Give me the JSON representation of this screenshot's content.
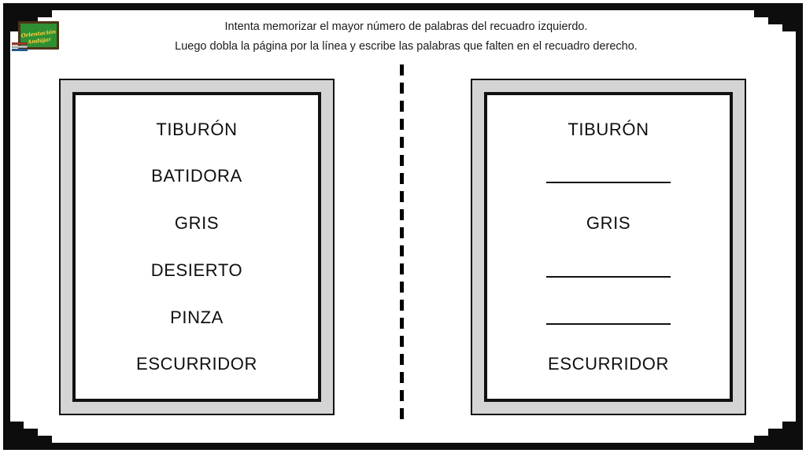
{
  "worksheet": {
    "instructions": {
      "line1": "Intenta memorizar el mayor número de palabras del recuadro izquierdo.",
      "line2": "Luego dobla la página por la línea y escribe las palabras que falten en el recuadro derecho."
    },
    "logo": {
      "name": "orientacion-andujar-logo",
      "text_line1": "Orientación",
      "text_line2": "Andújar",
      "board_color": "#2f8f33",
      "board_frame_color": "#4a3418",
      "text_color": "#f4d03f"
    },
    "fold_line": {
      "icon": "vertical-dashed-fold-line"
    },
    "left_box": {
      "title": "recuadro-izquierdo",
      "words": [
        {
          "text": "TIBURÓN",
          "blank": false
        },
        {
          "text": "BATIDORA",
          "blank": false
        },
        {
          "text": "GRIS",
          "blank": false
        },
        {
          "text": "DESIERTO",
          "blank": false
        },
        {
          "text": "PINZA",
          "blank": false
        },
        {
          "text": "ESCURRIDOR",
          "blank": false
        }
      ]
    },
    "right_box": {
      "title": "recuadro-derecho",
      "words": [
        {
          "text": "TIBURÓN",
          "blank": false
        },
        {
          "text": "",
          "blank": true
        },
        {
          "text": "GRIS",
          "blank": false
        },
        {
          "text": "",
          "blank": true
        },
        {
          "text": "",
          "blank": true
        },
        {
          "text": "ESCURRIDOR",
          "blank": false
        }
      ]
    },
    "colors": {
      "frame": "#0d0d0d",
      "box_border": "#111111",
      "box_mat": "#d4d4d4",
      "page_background": "#ffffff",
      "text": "#0f0f0f"
    }
  }
}
